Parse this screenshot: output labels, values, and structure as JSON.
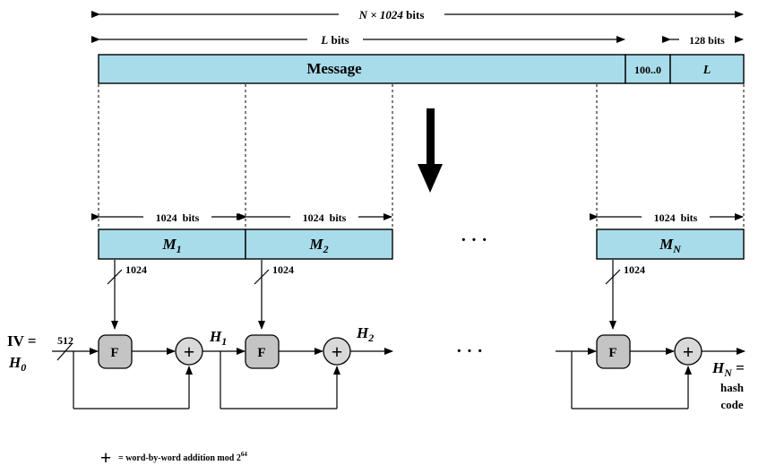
{
  "header": {
    "total_pre": "N × ",
    "total_mid": "1024",
    "total_post": " bits",
    "l_var": "L",
    "l_unit": " bits",
    "len_bits": "128 bits"
  },
  "message_bar": {
    "message": "Message",
    "padding": "100..0",
    "length": "L"
  },
  "blocks": [
    {
      "label": "M",
      "sub": "1",
      "size": "1024  bits",
      "input_bits": "1024"
    },
    {
      "label": "M",
      "sub": "2",
      "size": "1024  bits",
      "input_bits": "1024"
    },
    {
      "label": "M",
      "sub": "N",
      "size": "1024  bits",
      "input_bits": "1024"
    }
  ],
  "ellipsis": "· · ·",
  "chain": {
    "iv_label": "IV =",
    "h0": "H",
    "h0_sub": "0",
    "iv_bits": "512",
    "f_label": "F",
    "plus_symbol": "+",
    "h1": "H",
    "h1_sub": "1",
    "h2": "H",
    "h2_sub": "2",
    "hn": "H",
    "hn_sub": "N",
    "hn_eq": " =",
    "hash": "hash",
    "code": "code"
  },
  "legend": {
    "symbol": "+",
    "text": "= word-by-word addition mod 2",
    "exp": "64"
  }
}
